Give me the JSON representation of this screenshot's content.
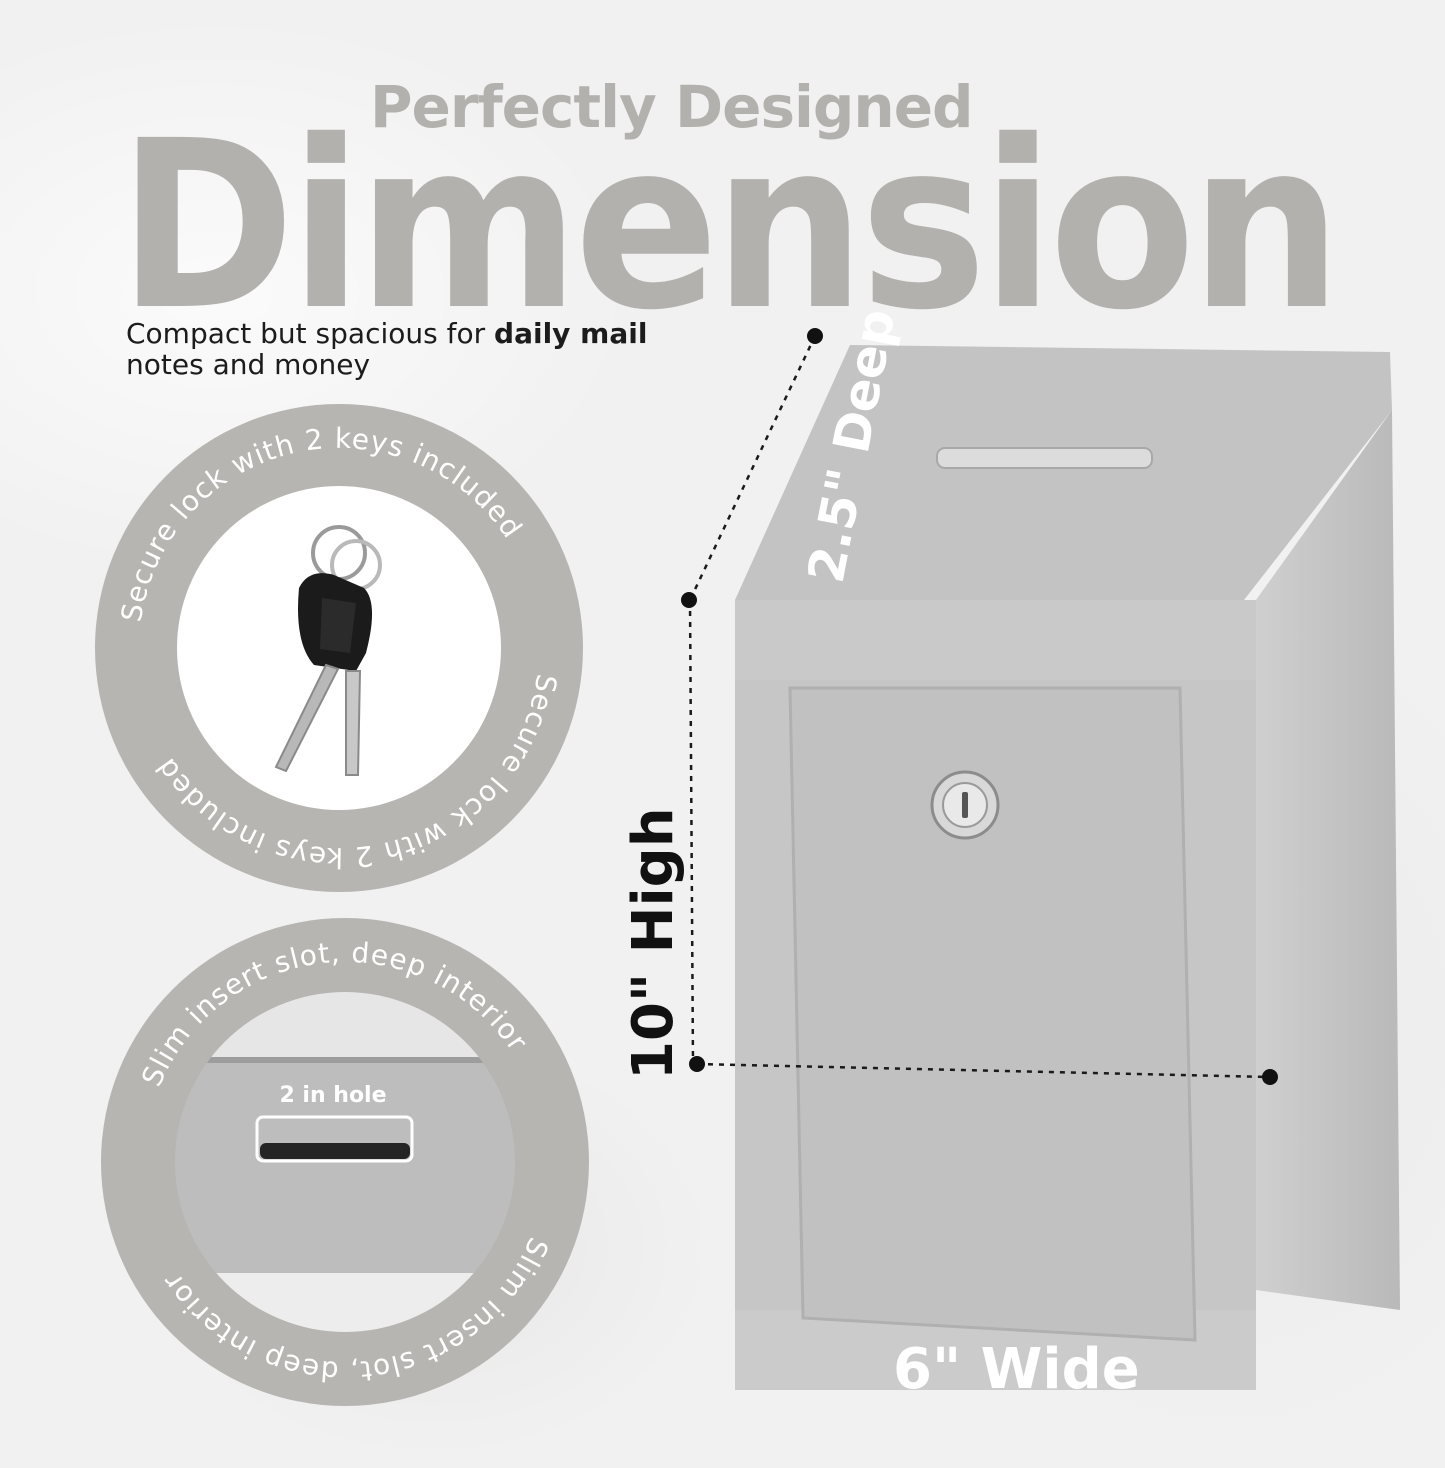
{
  "header": {
    "subtitle": "Perfectly Designed",
    "title": "Dimension"
  },
  "description": {
    "text_before": "Compact but spacious for ",
    "text_bold": "daily mail",
    "text_after": "notes and money"
  },
  "features": [
    {
      "ring_text": "Secure lock with 2 keys included"
    },
    {
      "ring_text": "Slim insert slot, deep interior",
      "hole_label": "2 in hole"
    }
  ],
  "dimensions": {
    "depth": "2.5\" Deep",
    "height": "10\" High",
    "width": "6\" Wide"
  },
  "colors": {
    "background": "#f1f1f1",
    "headline": "#b2b1ad",
    "circle": "#b7b5b1",
    "box": "#c4c4c4",
    "text_dark": "#1c1c1c",
    "label_white": "#ffffff"
  }
}
